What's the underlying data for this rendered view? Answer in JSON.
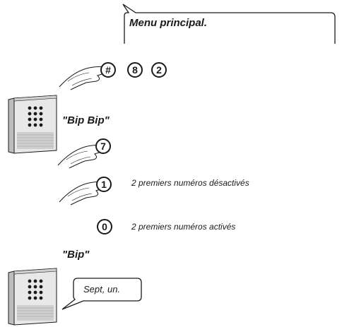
{
  "top_bubble": {
    "text": "Menu principal."
  },
  "keys_row": [
    "#",
    "8",
    "2"
  ],
  "quote_bip_bip": "\"Bip Bip\"",
  "key_7": "7",
  "key_1": "1",
  "note_deactivated": "2 premiers numéros désactivés",
  "key_0": "0",
  "note_activated": "2 premiers numéros activés",
  "quote_bip": "\"Bip\"",
  "speech_bubble": {
    "text": "Sept, un."
  },
  "icons": [
    "pointing-hand-icon",
    "intercom-device-icon",
    "speech-bubble-icon"
  ]
}
